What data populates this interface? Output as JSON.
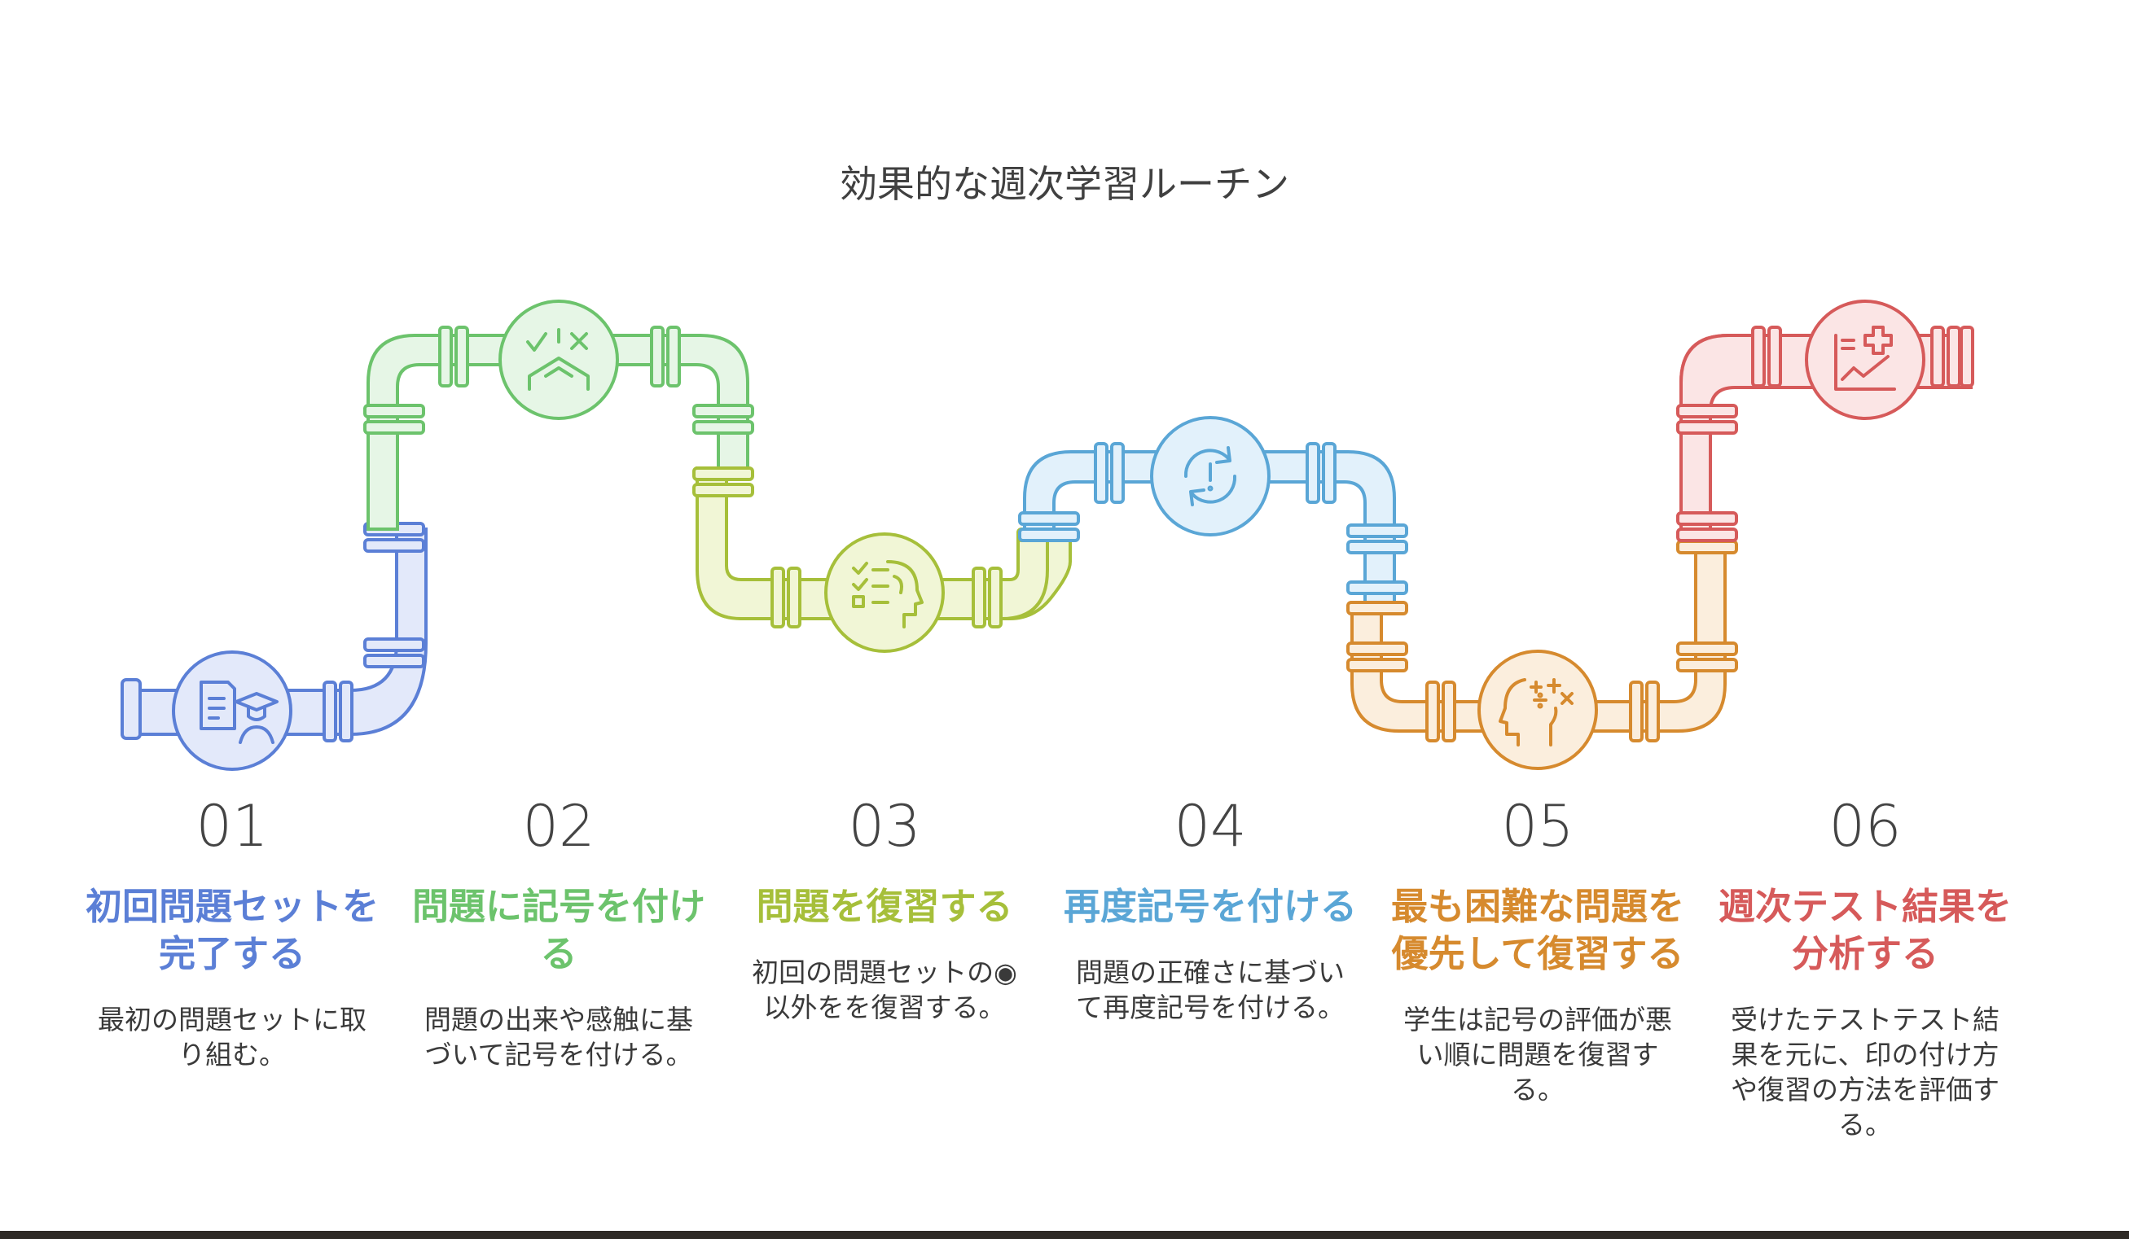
{
  "title": "効果的な週次学習ルーチン",
  "steps": [
    {
      "num": "01",
      "title": "初回問題セットを完了する",
      "desc": "最初の問題セットに取り組む。",
      "color": "#5b7fd6",
      "icon": "student-document-icon"
    },
    {
      "num": "02",
      "title": "問題に記号を付ける",
      "desc": "問題の出来や感触に基づいて記号を付ける。",
      "color": "#6cc36c",
      "icon": "check-cross-icon"
    },
    {
      "num": "03",
      "title": "問題を復習する",
      "desc": "初回の問題セットの◉以外をを復習する。",
      "color": "#a6bf3a",
      "icon": "head-checklist-icon"
    },
    {
      "num": "04",
      "title": "再度記号を付ける",
      "desc": "問題の正確さに基づいて再度記号を付ける。",
      "color": "#5aa6d6",
      "icon": "refresh-alert-icon"
    },
    {
      "num": "05",
      "title": "最も困難な問題を優先して復習する",
      "desc": "学生は記号の評価が悪い順に問題を復習する。",
      "color": "#d68a2e",
      "icon": "head-math-icon"
    },
    {
      "num": "06",
      "title": "週次テスト結果を分析する",
      "desc": "受けたテストテスト結果を元に、印の付け方や復習の方法を評価する。",
      "color": "#d65a5a",
      "icon": "chart-analysis-icon"
    }
  ]
}
